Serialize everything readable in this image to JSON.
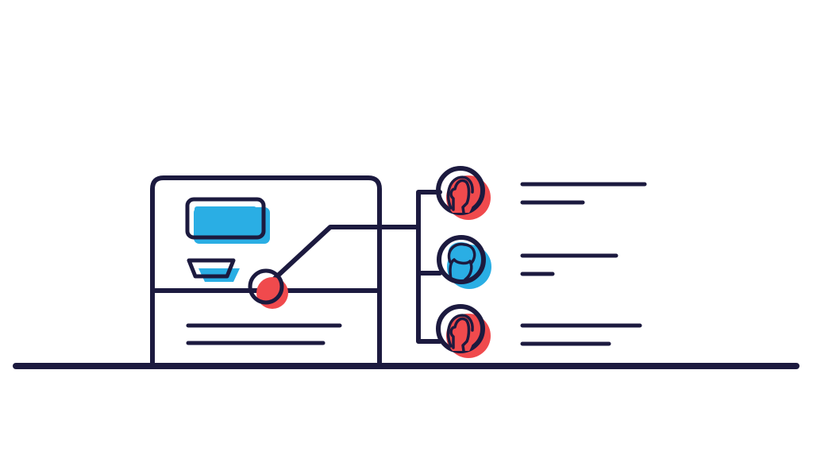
{
  "colors": {
    "ink": "#1c1a3f",
    "accent_red": "#f04a4d",
    "accent_blue": "#2aaee4",
    "background": "#ffffff",
    "shape_fill": "#ffffff"
  },
  "diagram": {
    "source_panel": {
      "icon": "device-panel-icon",
      "screen_icon": "screen-icon",
      "tray_icon": "tray-icon",
      "hub_icon": "connector-node-icon"
    },
    "contacts": [
      {
        "icon": "person-icon-long-hair",
        "accent": "accent_red"
      },
      {
        "icon": "person-icon-short-hair",
        "accent": "accent_blue"
      },
      {
        "icon": "person-icon-long-hair",
        "accent": "accent_red"
      }
    ]
  }
}
